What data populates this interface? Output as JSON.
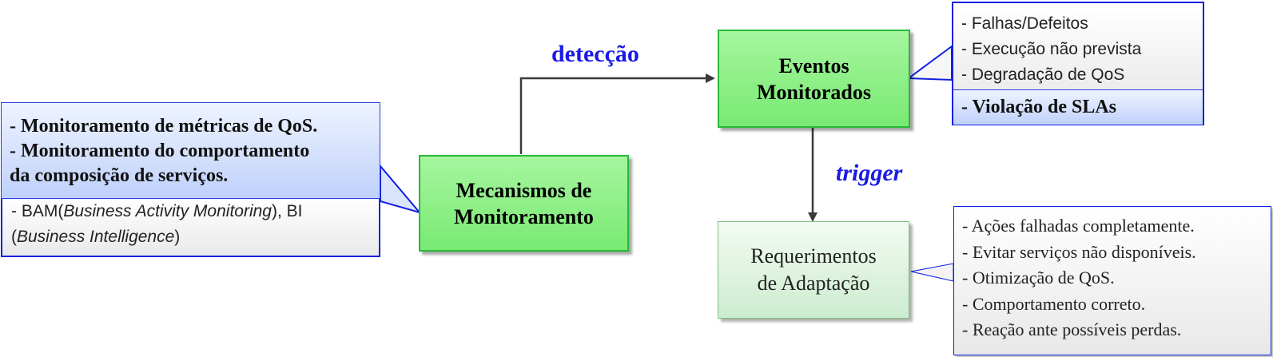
{
  "nodes": {
    "mechanisms": {
      "line1": "Mecanismos de",
      "line2": "Monitoramento"
    },
    "events": {
      "line1": "Eventos",
      "line2": "Monitorados"
    },
    "requirements": {
      "line1": "Requerimentos",
      "line2": "de Adaptação"
    }
  },
  "edges": {
    "detection": "detecção",
    "trigger": "trigger"
  },
  "callout_monitoring": {
    "bold_lines": [
      "- Monitoramento de métricas de QoS.",
      "- Monitoramento do comportamento",
      "da composição de serviços."
    ],
    "tools": {
      "prefix": "- BAM(",
      "bam_italic": "Business Activity Monitoring",
      "middle": "), BI",
      "open_paren": "(",
      "bi_italic": "Business Intelligence",
      "close_paren": ")"
    }
  },
  "callout_events": {
    "items": [
      "- Falhas/Defeitos",
      "- Execução não prevista",
      "- Degradação de QoS"
    ],
    "highlight": "- Violação de SLAs"
  },
  "callout_requirements": {
    "items": [
      "- Ações falhadas completamente.",
      "- Evitar serviços não disponíveis.",
      "- Otimização de QoS.",
      "- Comportamento correto.",
      "- Reação ante possíveis perdas."
    ]
  },
  "colors": {
    "green_fill": "#8cf187",
    "green_border": "#28b83a",
    "blue_border": "#1020e0",
    "label_blue": "#1a1ae6"
  }
}
